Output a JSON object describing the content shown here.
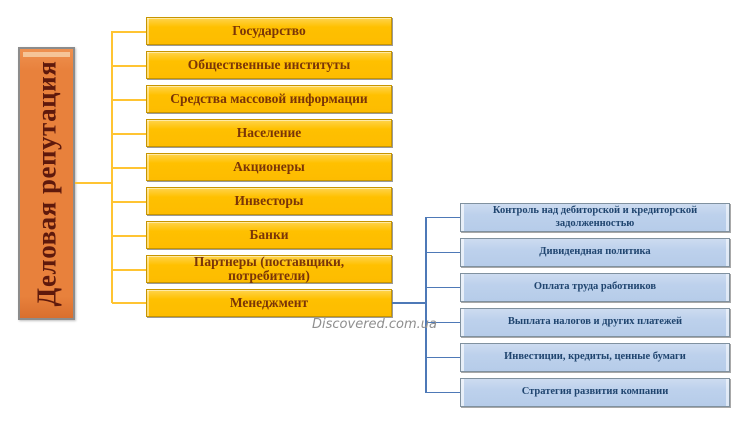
{
  "diagram": {
    "root_label": "Деловая репутация",
    "stakeholders": {
      "items": [
        {
          "label": "Государство"
        },
        {
          "label": "Общественные институты"
        },
        {
          "label": "Средства массовой информации"
        },
        {
          "label": "Население"
        },
        {
          "label": "Акционеры"
        },
        {
          "label": "Инвесторы"
        },
        {
          "label": "Банки"
        },
        {
          "label": "Партнеры (поставщики, потребители)"
        },
        {
          "label": "Менеджмент"
        }
      ]
    },
    "management_functions": {
      "items": [
        {
          "label": "Контроль над дебиторской и кредиторской задолженностью"
        },
        {
          "label": "Дивидендная политика"
        },
        {
          "label": "Оплата труда работников"
        },
        {
          "label": "Выплата налогов и других платежей"
        },
        {
          "label": "Инвестиции, кредиты, ценные бумаги"
        },
        {
          "label": "Стратегия развития компании"
        }
      ]
    },
    "watermark": "Discovered.com.ua"
  },
  "colors": {
    "root_fill": "#E8813C",
    "root_text": "#5E190C",
    "stakeholder_fill": "#FFC000",
    "stakeholder_text": "#7A3508",
    "function_fill": "#BDD1EC",
    "function_text": "#20456F",
    "stakeholder_line": "#FFC432",
    "function_line": "#4E79B7"
  }
}
